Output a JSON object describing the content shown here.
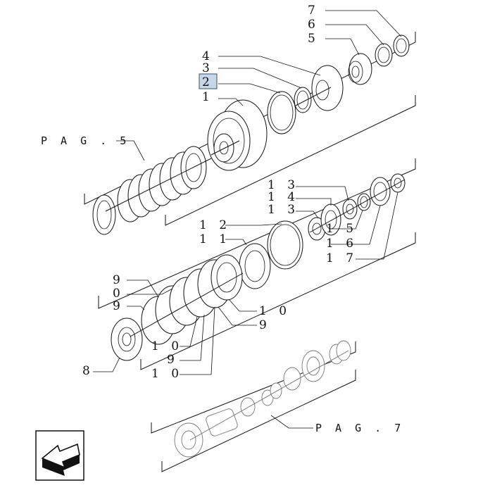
{
  "callouts": {
    "c7": "7",
    "c6": "6",
    "c5": "5",
    "c4": "4",
    "c3": "3",
    "c2": "2",
    "c1": "1",
    "c13a": "1 3",
    "c14": "1 4",
    "c13b": "1 3",
    "c15": "1 5",
    "c16": "1 6",
    "c17": "1 7",
    "c12": "1 2",
    "c11": "1 1",
    "c9a": "9",
    "c0": "0",
    "c9b": "9",
    "c10a": "1 0",
    "c9c": "9",
    "c10b": "1 0",
    "c9d": "9",
    "c10c": "1 0",
    "c8": "8"
  },
  "page_refs": {
    "pag5": "P A G . 5",
    "pag7": "P A G . 7"
  },
  "selected_callout": "2",
  "icons": {
    "nav": "arrow-back-icon"
  },
  "colors": {
    "line": "#111111",
    "highlight": "#c8d6ea"
  }
}
